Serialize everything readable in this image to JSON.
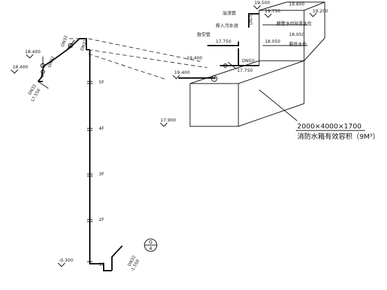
{
  "caption": {
    "dimensions": "2000×4000×1700",
    "text": "消防水箱有效容积（9M³）"
  },
  "floors": [
    "5F",
    "4F",
    "3F",
    "2F",
    "1F"
  ],
  "elevations": {
    "e19600": "19.600",
    "e19500": "19.500",
    "e19200": "19.200",
    "e19750": "19.750",
    "e18050a": "18.050",
    "e18050b": "18.050",
    "e17750a": "17.750",
    "e17750b": "17.750",
    "e19400a": "19.400",
    "e19400b": "19.400",
    "e17900": "17.900",
    "e18400a": "18.400",
    "e18400b": "18.400",
    "e17550": "17.550",
    "em0300": "-0.300",
    "em1550": "-1.550"
  },
  "pipe_labels": {
    "overflow": "溢流管",
    "alarm_level": "报警水位",
    "overflow_level": "溢流水位",
    "to_sewer": "排入污水池",
    "drain": "放空管",
    "min_level": "最低水位",
    "dn50": "DN50",
    "dn70": "DN70",
    "dn32a": "DN32",
    "dn32b": "DN32",
    "dn32c": "DN32",
    "dn32d": "DN32",
    "dn32e": "DN32"
  },
  "section_marker": {
    "top": "G",
    "bottom": "4"
  }
}
